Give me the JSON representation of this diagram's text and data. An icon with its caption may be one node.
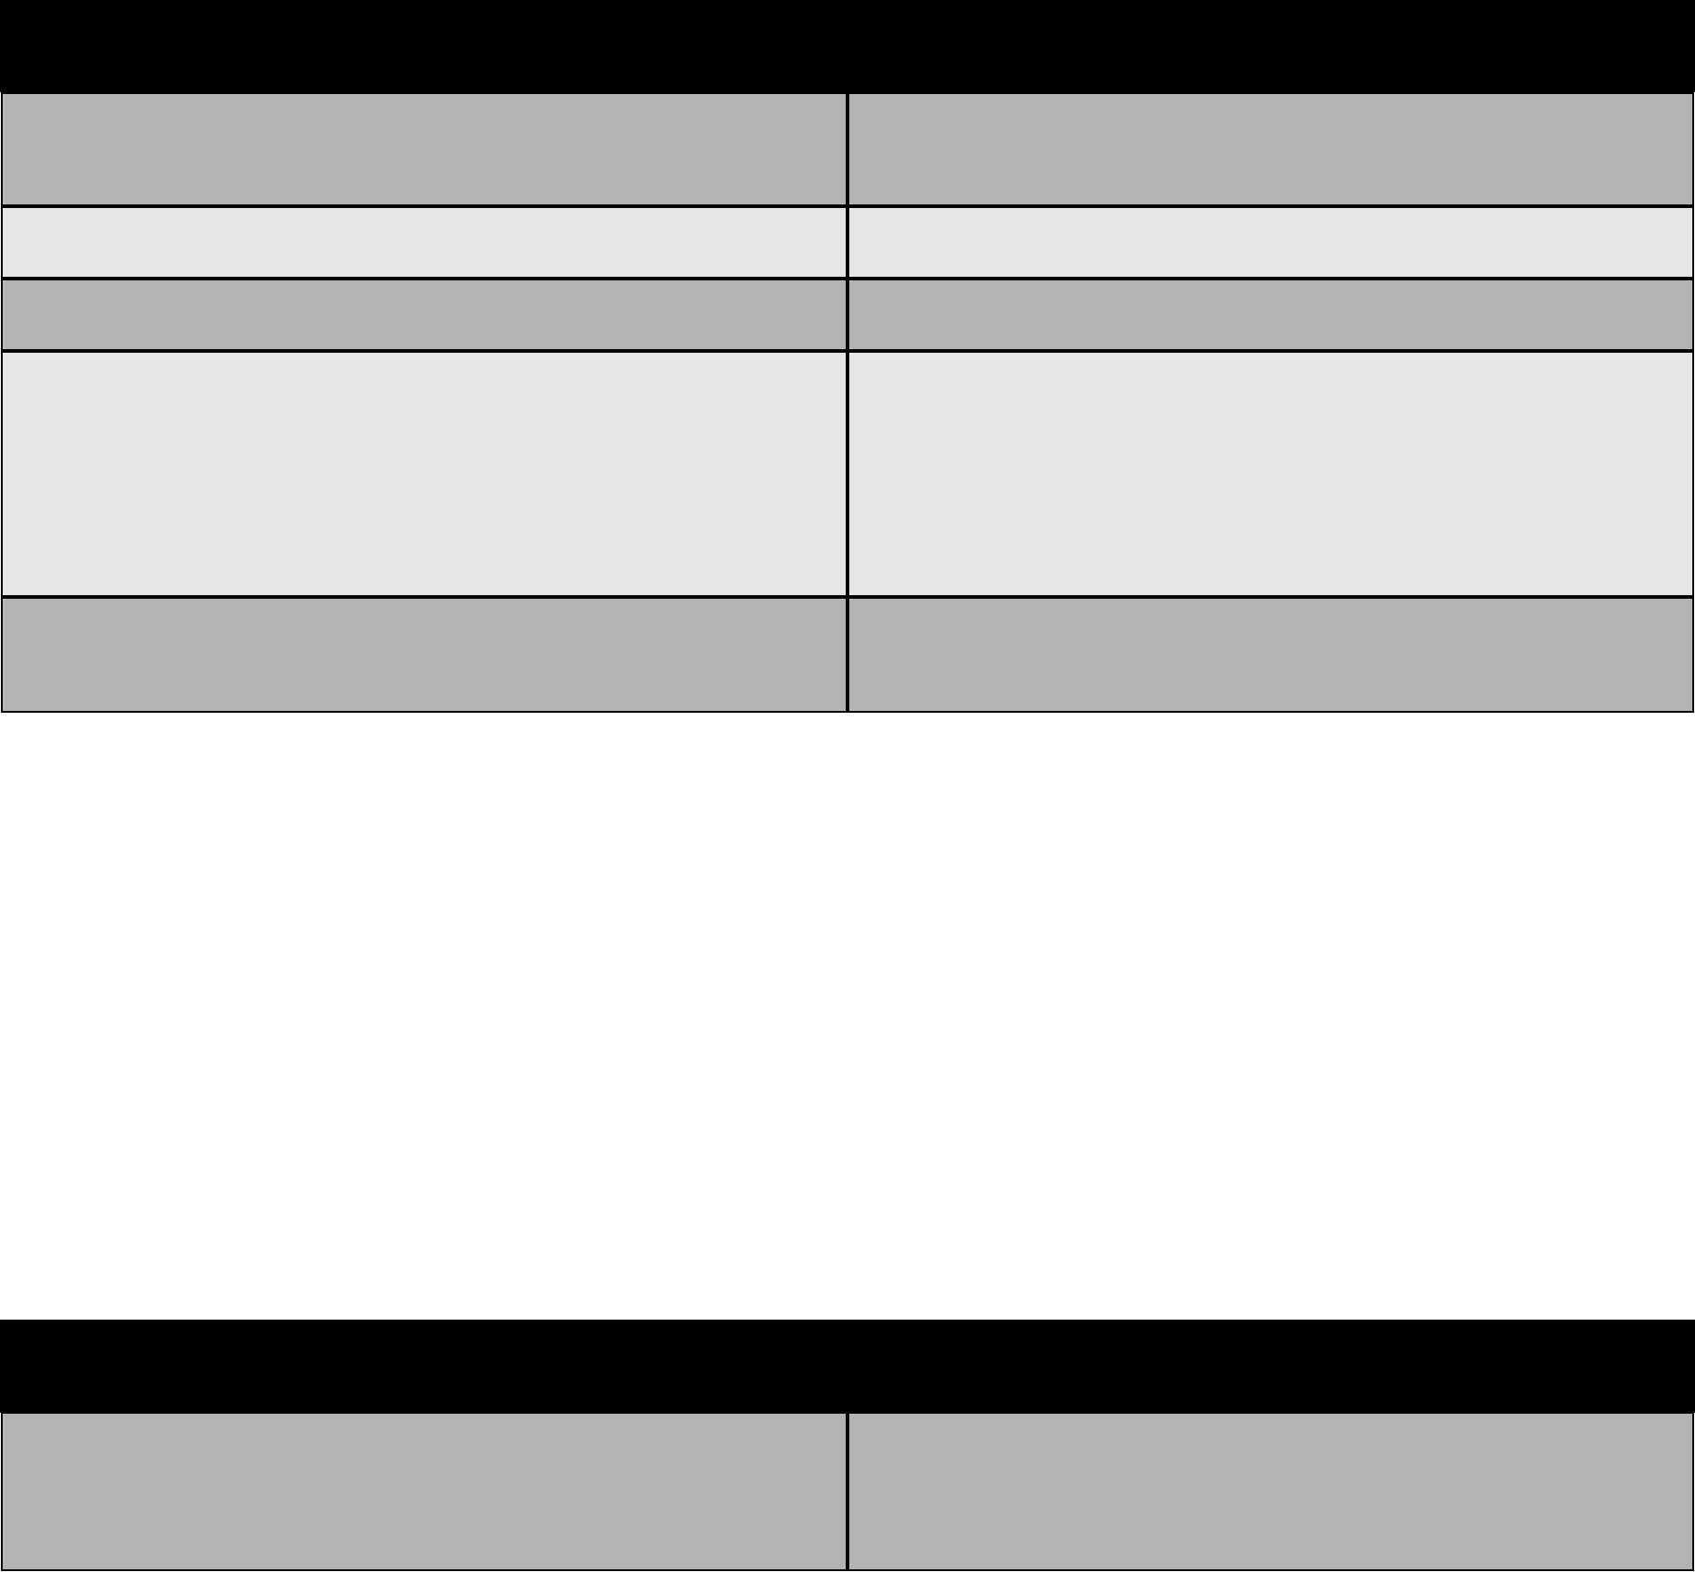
{
  "diagram": {
    "nodes": [
      {
        "text": [],
        "shape": "bar"
      },
      {
        "text": [],
        "shape": "box"
      },
      {
        "text": [],
        "shape": "box"
      },
      {
        "text": [],
        "shape": "box"
      },
      {
        "text": [],
        "shape": "box"
      },
      {
        "text": [],
        "shape": "box"
      },
      {
        "text": [],
        "shape": "box"
      },
      {
        "text": [],
        "shape": "box"
      },
      {
        "text": [],
        "shape": "box"
      },
      {
        "text": [],
        "shape": "box"
      },
      {
        "text": [],
        "shape": "box"
      },
      {
        "text": [],
        "shape": "bar"
      },
      {
        "text": [],
        "shape": "box"
      },
      {
        "text": [],
        "shape": "box"
      }
    ]
  }
}
